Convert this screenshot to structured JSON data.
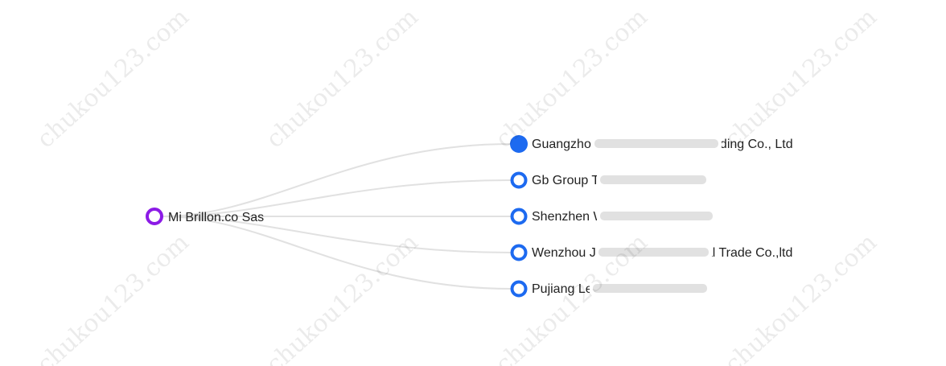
{
  "colors": {
    "root_node": "#8c1be6",
    "child_node": "#1d6af0",
    "edge": "#e1e1e1",
    "label": "#222222",
    "watermark": "rgba(0,0,0,0.08)"
  },
  "root": {
    "label": "Mi Brillon.co Sas"
  },
  "children": [
    {
      "label": "Guangzhou Aifeng Electronic Trading Co., Ltd",
      "selected": true
    },
    {
      "label": "Gb Group Technology Co.,ltd",
      "selected": false
    },
    {
      "label": "Shenzhen Wecares Lighting",
      "selected": false
    },
    {
      "label": "Wenzhou Jiecheng International Trade Co.,ltd",
      "selected": false
    },
    {
      "label": "Pujiang Leyuan Crystal Co.,ltd",
      "selected": false
    }
  ],
  "watermark": {
    "text": "chukou123.com"
  }
}
